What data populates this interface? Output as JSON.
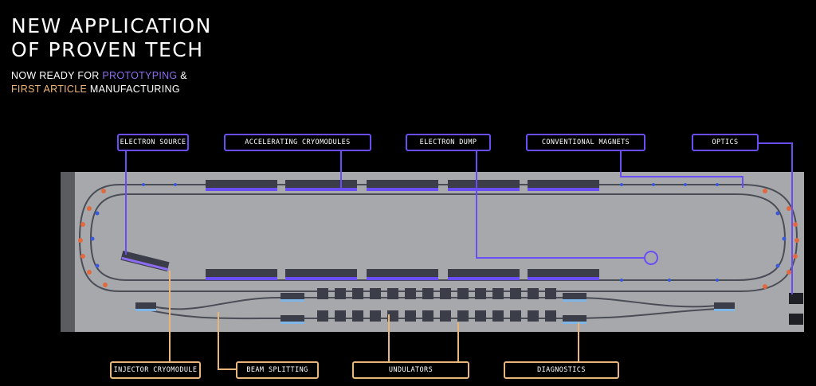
{
  "headline": {
    "line1": "NEW APPLICATION",
    "line2": "OF PROVEN TECH"
  },
  "subheadline": {
    "line1_prefix": "NOW READY FOR ",
    "line1_highlight": "PROTOTYPING",
    "line1_suffix": " &",
    "line2_highlight": "FIRST ARTICLE",
    "line2_suffix": " MANUFACTURING"
  },
  "labels": {
    "electron_source": "ELECTRON SOURCE",
    "accelerating_cryomodules": "ACCELERATING CRYOMODULES",
    "electron_dump": "ELECTRON DUMP",
    "conventional_magnets": "CONVENTIONAL MAGNETS",
    "optics": "OPTICS",
    "injector_cryomodule": "INJECTOR CRYOMODULE",
    "beam_splitting": "BEAM SPLITTING",
    "undulators": "UNDULATORS",
    "diagnostics": "DIAGNOSTICS"
  },
  "colors": {
    "background": "#000000",
    "purple_accent": "#6a4df4",
    "orange_accent": "#e8b57a",
    "floor": "#a6a8ac"
  }
}
